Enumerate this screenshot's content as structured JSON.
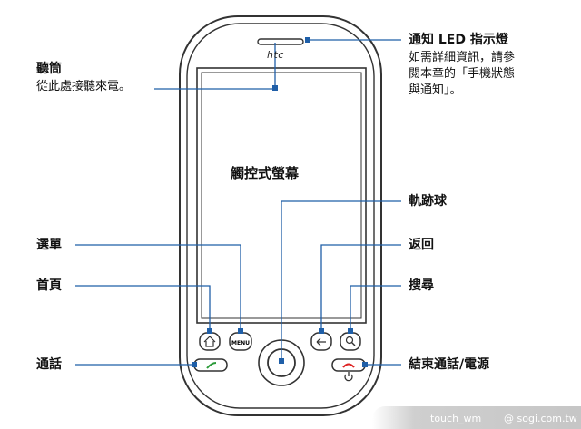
{
  "device": {
    "brand": "htc",
    "screen_label": "觸控式螢幕",
    "menu_key_text": "MENU"
  },
  "callouts": {
    "earpiece": {
      "title": "聽筒",
      "desc": "從此處接聽來電。"
    },
    "notification_led": {
      "title": "通知 LED 指示燈",
      "desc_lines": [
        "如需詳細資訊，請參",
        "閱本章的「手機狀態",
        "與通知」。"
      ]
    },
    "trackball": {
      "title": "軌跡球"
    },
    "menu": {
      "title": "選單"
    },
    "back": {
      "title": "返回"
    },
    "home": {
      "title": "首頁"
    },
    "search": {
      "title": "搜尋"
    },
    "call": {
      "title": "通話"
    },
    "end_call": {
      "title": "結束通話/電源"
    }
  },
  "watermark": {
    "left": "touch_wm",
    "right": "@ sogi.com.tw"
  },
  "colors": {
    "callout_line": "#1f5fa8",
    "outline": "#333333"
  }
}
